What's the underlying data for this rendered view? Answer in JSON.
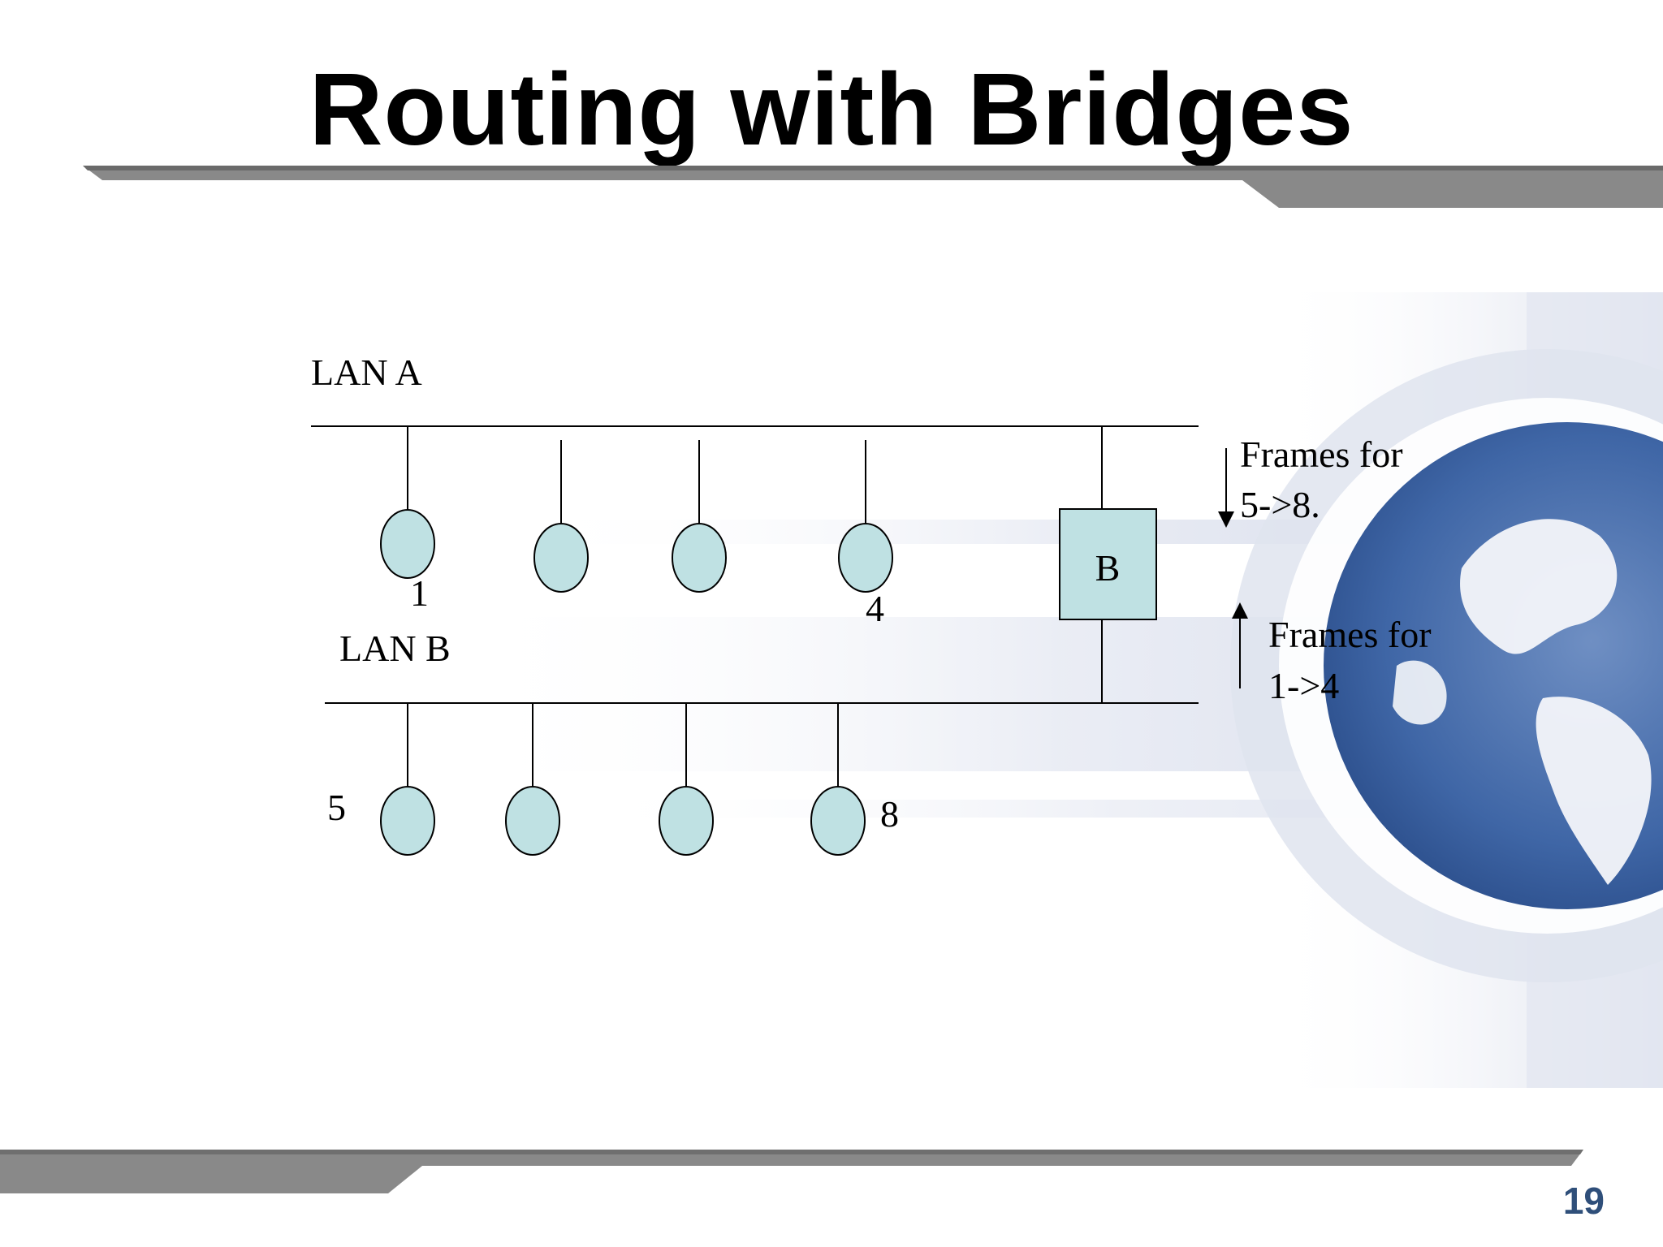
{
  "slide": {
    "title": "Routing with Bridges",
    "page_number": "19"
  },
  "diagram": {
    "lan_a_label": "LAN A",
    "lan_b_label": "LAN B",
    "bridge_label": "B",
    "host_labels": {
      "h1": "1",
      "h4": "4",
      "h5": "5",
      "h8": "8"
    },
    "frames_down": {
      "line1": "Frames for",
      "line2": "5->8."
    },
    "frames_up": {
      "line1": "Frames for",
      "line2": "1->4"
    }
  },
  "colors": {
    "host_fill": "#bfe1e3",
    "bridge_fill": "#bfe1e3",
    "bar_gray": "#8a8a8a",
    "page_number": "#2f4f7a"
  }
}
